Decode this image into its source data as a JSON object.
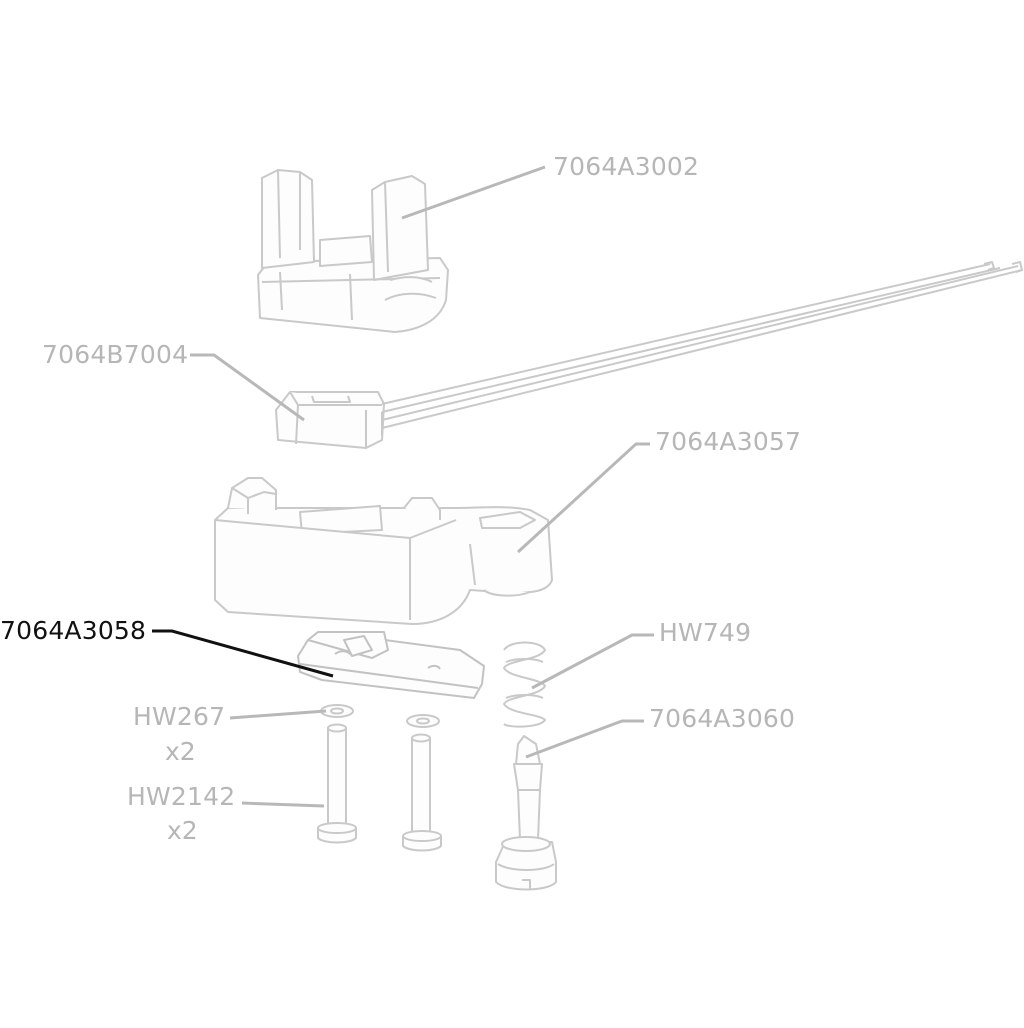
{
  "colors": {
    "muted_label": "#b6b6b6",
    "active_label": "#111111",
    "leader_muted": "#b8b8b8",
    "part_stroke": "#c9c9c9",
    "part_fill": "#fdfdfd"
  },
  "parts": [
    {
      "id": "7064A3002",
      "label": "7064A3002",
      "highlighted": false
    },
    {
      "id": "7064B7004",
      "label": "7064B7004",
      "highlighted": false
    },
    {
      "id": "7064A3057",
      "label": "7064A3057",
      "highlighted": false
    },
    {
      "id": "7064A3058",
      "label": "7064A3058",
      "highlighted": true
    },
    {
      "id": "HW749",
      "label": "HW749",
      "highlighted": false
    },
    {
      "id": "HW267",
      "label": "HW267",
      "quantity": "x2",
      "highlighted": false
    },
    {
      "id": "7064A3060",
      "label": "7064A3060",
      "highlighted": false
    },
    {
      "id": "HW2142",
      "label": "HW2142",
      "quantity": "x2",
      "highlighted": false
    }
  ]
}
